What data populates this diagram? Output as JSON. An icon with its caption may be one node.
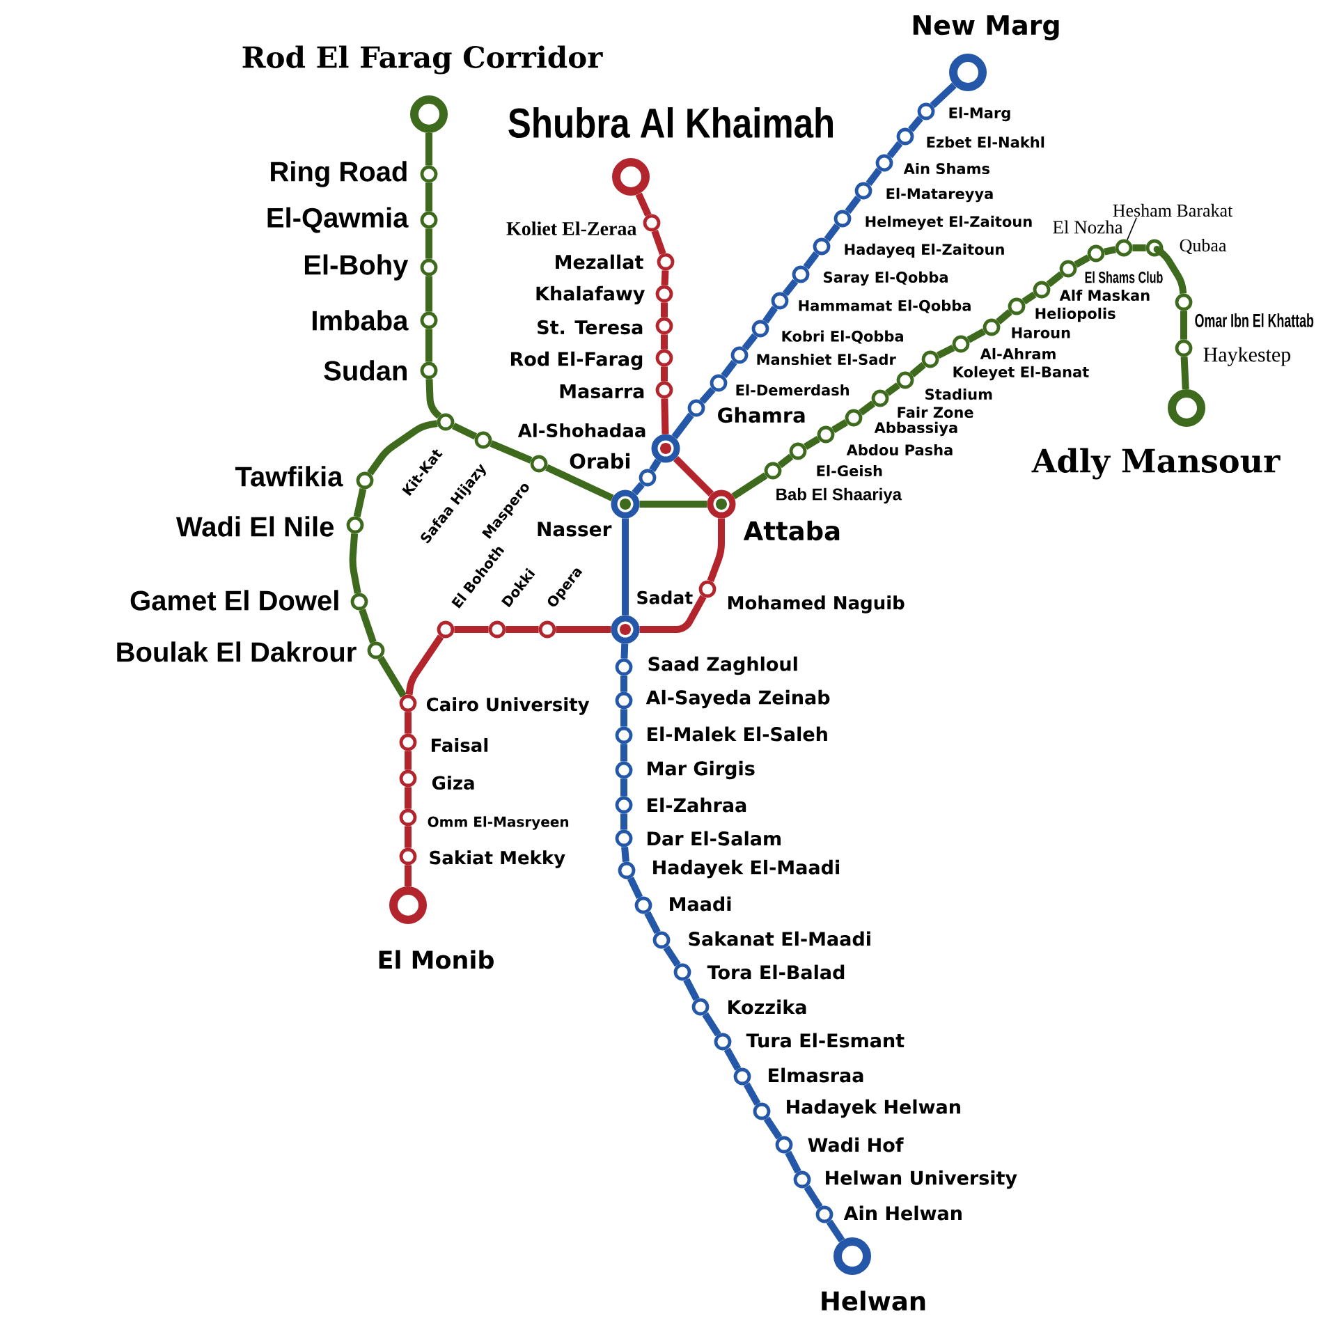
{
  "diagram": {
    "nodes": [
      {
        "text": [],
        "shape": "circle",
        "beside": [
          "New Marg"
        ]
      },
      {
        "text": [],
        "shape": "circle",
        "beside": [
          "El-Marg"
        ]
      },
      {
        "text": [],
        "shape": "circle",
        "beside": [
          "Ezbet El-Nakhl"
        ]
      },
      {
        "text": [],
        "shape": "circle",
        "beside": [
          "Ain Shams"
        ]
      },
      {
        "text": [],
        "shape": "circle",
        "beside": [
          "El-Matareyya"
        ]
      },
      {
        "text": [],
        "shape": "circle",
        "beside": [
          "Helmeyet El-Zaitoun"
        ]
      },
      {
        "text": [],
        "shape": "circle",
        "beside": [
          "Hadayeq El-Zaitoun"
        ]
      },
      {
        "text": [],
        "shape": "circle",
        "beside": [
          "Saray El-Qobba"
        ]
      },
      {
        "text": [],
        "shape": "circle",
        "beside": [
          "Hammamat El-Qobba"
        ]
      },
      {
        "text": [],
        "shape": "circle",
        "beside": [
          "Kobri El-Qobba"
        ]
      },
      {
        "text": [],
        "shape": "circle",
        "beside": [
          "Manshiet El-Sadr"
        ]
      },
      {
        "text": [],
        "shape": "circle",
        "beside": [
          "El-Demerdash"
        ]
      },
      {
        "text": [],
        "shape": "circle",
        "beside": [
          "Ghamra"
        ]
      },
      {
        "text": [],
        "shape": "circle",
        "beside": [
          "Al-Shohadaa"
        ]
      },
      {
        "text": [],
        "shape": "circle",
        "beside": [
          "Orabi"
        ]
      },
      {
        "text": [],
        "shape": "circle",
        "beside": [
          "Nasser"
        ]
      },
      {
        "text": [],
        "shape": "circle",
        "beside": [
          "Sadat"
        ]
      },
      {
        "text": [],
        "shape": "circle",
        "beside": [
          "Saad Zaghloul"
        ]
      },
      {
        "text": [],
        "shape": "circle",
        "beside": [
          "Al-Sayeda Zeinab"
        ]
      },
      {
        "text": [],
        "shape": "circle",
        "beside": [
          "El-Malek El-Saleh"
        ]
      },
      {
        "text": [],
        "shape": "circle",
        "beside": [
          "Mar Girgis"
        ]
      },
      {
        "text": [],
        "shape": "circle",
        "beside": [
          "El-Zahraa"
        ]
      },
      {
        "text": [],
        "shape": "circle",
        "beside": [
          "Dar El-Salam"
        ]
      },
      {
        "text": [],
        "shape": "circle",
        "beside": [
          "Hadayek El-Maadi"
        ]
      },
      {
        "text": [],
        "shape": "circle",
        "beside": [
          "Maadi"
        ]
      },
      {
        "text": [],
        "shape": "circle",
        "beside": [
          "Sakanat El-Maadi"
        ]
      },
      {
        "text": [],
        "shape": "circle",
        "beside": [
          "Tora El-Balad"
        ]
      },
      {
        "text": [],
        "shape": "circle",
        "beside": [
          "Kozzika"
        ]
      },
      {
        "text": [],
        "shape": "circle",
        "beside": [
          "Tura El-Esmant"
        ]
      },
      {
        "text": [],
        "shape": "circle",
        "beside": [
          "Elmasraa"
        ]
      },
      {
        "text": [],
        "shape": "circle",
        "beside": [
          "Hadayek Helwan"
        ]
      },
      {
        "text": [],
        "shape": "circle",
        "beside": [
          "Wadi Hof"
        ]
      },
      {
        "text": [],
        "shape": "circle",
        "beside": [
          "Helwan University"
        ]
      },
      {
        "text": [],
        "shape": "circle",
        "beside": [
          "Ain Helwan"
        ]
      },
      {
        "text": [],
        "shape": "circle",
        "beside": [
          "Helwan"
        ]
      },
      {
        "text": [],
        "shape": "circle",
        "beside": [
          "Shubra Al Khaimah"
        ]
      },
      {
        "text": [],
        "shape": "circle",
        "beside": [
          "Koliet El-Zeraa"
        ]
      },
      {
        "text": [],
        "shape": "circle",
        "beside": [
          "Mezallat"
        ]
      },
      {
        "text": [],
        "shape": "circle",
        "beside": [
          "Khalafawy"
        ]
      },
      {
        "text": [],
        "shape": "circle",
        "beside": [
          "St. Teresa"
        ]
      },
      {
        "text": [],
        "shape": "circle",
        "beside": [
          "Rod El-Farag"
        ]
      },
      {
        "text": [],
        "shape": "circle",
        "beside": [
          "Masarra"
        ]
      },
      {
        "text": [],
        "shape": "circle",
        "beside": [
          "Attaba"
        ]
      },
      {
        "text": [],
        "shape": "circle",
        "beside": [
          "Mohamed Naguib"
        ]
      },
      {
        "text": [],
        "shape": "circle",
        "beside": [
          "Opera"
        ]
      },
      {
        "text": [],
        "shape": "circle",
        "beside": [
          "Dokki"
        ]
      },
      {
        "text": [],
        "shape": "circle",
        "beside": [
          "El Bohoth"
        ]
      },
      {
        "text": [],
        "shape": "circle",
        "beside": [
          "Cairo University"
        ]
      },
      {
        "text": [],
        "shape": "circle",
        "beside": [
          "Faisal"
        ]
      },
      {
        "text": [],
        "shape": "circle",
        "beside": [
          "Giza"
        ]
      },
      {
        "text": [],
        "shape": "circle",
        "beside": [
          "Omm El-Masryeen"
        ]
      },
      {
        "text": [],
        "shape": "circle",
        "beside": [
          "Sakiat Mekky"
        ]
      },
      {
        "text": [],
        "shape": "circle",
        "beside": [
          "El Monib"
        ]
      },
      {
        "text": [],
        "shape": "circle",
        "beside": [
          "Rod El Farag Corridor"
        ]
      },
      {
        "text": [],
        "shape": "circle",
        "beside": [
          "Ring Road"
        ]
      },
      {
        "text": [],
        "shape": "circle",
        "beside": [
          "El-Qawmia"
        ]
      },
      {
        "text": [],
        "shape": "circle",
        "beside": [
          "El-Bohy"
        ]
      },
      {
        "text": [],
        "shape": "circle",
        "beside": [
          "Imbaba"
        ]
      },
      {
        "text": [],
        "shape": "circle",
        "beside": [
          "Sudan"
        ]
      },
      {
        "text": [],
        "shape": "circle",
        "beside": [
          "Kit-Kat"
        ]
      },
      {
        "text": [],
        "shape": "circle",
        "beside": [
          "Tawfikia"
        ]
      },
      {
        "text": [],
        "shape": "circle",
        "beside": [
          "Wadi El Nile"
        ]
      },
      {
        "text": [],
        "shape": "circle",
        "beside": [
          "Gamet El Dowel"
        ]
      },
      {
        "text": [],
        "shape": "circle",
        "beside": [
          "Boulak El Dakrour"
        ]
      },
      {
        "text": [],
        "shape": "circle",
        "beside": [
          "Safaa Hijazy"
        ]
      },
      {
        "text": [],
        "shape": "circle",
        "beside": [
          "Maspero"
        ]
      },
      {
        "text": [],
        "shape": "circle",
        "beside": [
          "Bab El Shaariya"
        ]
      },
      {
        "text": [],
        "shape": "circle",
        "beside": [
          "El-Geish"
        ]
      },
      {
        "text": [],
        "shape": "circle",
        "beside": [
          "Abdou Pasha"
        ]
      },
      {
        "text": [],
        "shape": "circle",
        "beside": [
          "Abbassiya"
        ]
      },
      {
        "text": [],
        "shape": "circle",
        "beside": [
          "Fair Zone"
        ]
      },
      {
        "text": [],
        "shape": "circle",
        "beside": [
          "Stadium"
        ]
      },
      {
        "text": [],
        "shape": "circle",
        "beside": [
          "Koleyet El-Banat"
        ]
      },
      {
        "text": [],
        "shape": "circle",
        "beside": [
          "Al-Ahram"
        ]
      },
      {
        "text": [],
        "shape": "circle",
        "beside": [
          "Haroun"
        ]
      },
      {
        "text": [],
        "shape": "circle",
        "beside": [
          "Heliopolis"
        ]
      },
      {
        "text": [],
        "shape": "circle",
        "beside": [
          "Alf Maskan"
        ]
      },
      {
        "text": [],
        "shape": "circle",
        "beside": [
          "El Shams Club"
        ]
      },
      {
        "text": [],
        "shape": "circle",
        "beside": [
          "El Nozha"
        ]
      },
      {
        "text": [],
        "shape": "circle"
      },
      {
        "text": [],
        "shape": "circle",
        "beside": [
          "Qubaa"
        ]
      },
      {
        "text": [],
        "shape": "circle",
        "beside": [
          "Omar Ibn El Khattab"
        ]
      },
      {
        "text": [],
        "shape": "circle",
        "beside": [
          "Haykestep"
        ]
      },
      {
        "text": [],
        "shape": "circle",
        "beside": [
          "Adly Mansour"
        ]
      },
      {
        "text": [
          "Hesham Barakat"
        ]
      }
    ],
    "edges": [
      {
        "from": 0,
        "to": 1,
        "arrow": "none",
        "color": "#2457a8"
      },
      {
        "from": 1,
        "to": 2,
        "arrow": "none",
        "color": "#2457a8"
      },
      {
        "from": 2,
        "to": 3,
        "arrow": "none",
        "color": "#2457a8"
      },
      {
        "from": 3,
        "to": 4,
        "arrow": "none",
        "color": "#2457a8"
      },
      {
        "from": 4,
        "to": 5,
        "arrow": "none",
        "color": "#2457a8"
      },
      {
        "from": 5,
        "to": 6,
        "arrow": "none",
        "color": "#2457a8"
      },
      {
        "from": 6,
        "to": 7,
        "arrow": "none",
        "color": "#2457a8"
      },
      {
        "from": 7,
        "to": 8,
        "arrow": "none",
        "color": "#2457a8"
      },
      {
        "from": 8,
        "to": 9,
        "arrow": "none",
        "color": "#2457a8"
      },
      {
        "from": 9,
        "to": 10,
        "arrow": "none",
        "color": "#2457a8"
      },
      {
        "from": 10,
        "to": 11,
        "arrow": "none",
        "color": "#2457a8"
      },
      {
        "from": 11,
        "to": 12,
        "arrow": "none",
        "color": "#2457a8"
      },
      {
        "from": 12,
        "to": 13,
        "arrow": "none",
        "color": "#2457a8"
      },
      {
        "from": 13,
        "to": 14,
        "arrow": "none",
        "color": "#2457a8"
      },
      {
        "from": 14,
        "to": 15,
        "arrow": "none",
        "color": "#2457a8"
      },
      {
        "from": 15,
        "to": 16,
        "arrow": "none",
        "color": "#2457a8"
      },
      {
        "from": 16,
        "to": 17,
        "arrow": "none",
        "color": "#2457a8"
      },
      {
        "from": 17,
        "to": 18,
        "arrow": "none",
        "color": "#2457a8"
      },
      {
        "from": 18,
        "to": 19,
        "arrow": "none",
        "color": "#2457a8"
      },
      {
        "from": 19,
        "to": 20,
        "arrow": "none",
        "color": "#2457a8"
      },
      {
        "from": 20,
        "to": 21,
        "arrow": "none",
        "color": "#2457a8"
      },
      {
        "from": 21,
        "to": 22,
        "arrow": "none",
        "color": "#2457a8"
      },
      {
        "from": 22,
        "to": 23,
        "arrow": "none",
        "color": "#2457a8"
      },
      {
        "from": 23,
        "to": 24,
        "arrow": "none",
        "color": "#2457a8"
      },
      {
        "from": 24,
        "to": 25,
        "arrow": "none",
        "color": "#2457a8"
      },
      {
        "from": 25,
        "to": 26,
        "arrow": "none",
        "color": "#2457a8"
      },
      {
        "from": 26,
        "to": 27,
        "arrow": "none",
        "color": "#2457a8"
      },
      {
        "from": 27,
        "to": 28,
        "arrow": "none",
        "color": "#2457a8"
      },
      {
        "from": 28,
        "to": 29,
        "arrow": "none",
        "color": "#2457a8"
      },
      {
        "from": 29,
        "to": 30,
        "arrow": "none",
        "color": "#2457a8"
      },
      {
        "from": 30,
        "to": 31,
        "arrow": "none",
        "color": "#2457a8"
      },
      {
        "from": 31,
        "to": 32,
        "arrow": "none",
        "color": "#2457a8"
      },
      {
        "from": 32,
        "to": 33,
        "arrow": "none",
        "color": "#2457a8"
      },
      {
        "from": 33,
        "to": 34,
        "arrow": "none",
        "color": "#2457a8"
      },
      {
        "from": 35,
        "to": 36,
        "arrow": "none",
        "color": "#b3252d"
      },
      {
        "from": 36,
        "to": 37,
        "arrow": "none",
        "color": "#b3252d"
      },
      {
        "from": 37,
        "to": 38,
        "arrow": "none",
        "color": "#b3252d"
      },
      {
        "from": 38,
        "to": 39,
        "arrow": "none",
        "color": "#b3252d"
      },
      {
        "from": 39,
        "to": 40,
        "arrow": "none",
        "color": "#b3252d"
      },
      {
        "from": 40,
        "to": 41,
        "arrow": "none",
        "color": "#b3252d"
      },
      {
        "from": 41,
        "to": 13,
        "arrow": "none",
        "color": "#b3252d"
      },
      {
        "from": 13,
        "to": 42,
        "arrow": "none",
        "color": "#b3252d"
      },
      {
        "from": 42,
        "to": 43,
        "arrow": "none",
        "color": "#b3252d"
      },
      {
        "from": 43,
        "to": 16,
        "arrow": "none",
        "color": "#b3252d"
      },
      {
        "from": 16,
        "to": 44,
        "arrow": "none",
        "color": "#b3252d"
      },
      {
        "from": 44,
        "to": 45,
        "arrow": "none",
        "color": "#b3252d"
      },
      {
        "from": 45,
        "to": 46,
        "arrow": "none",
        "color": "#b3252d"
      },
      {
        "from": 46,
        "to": 47,
        "arrow": "none",
        "color": "#b3252d"
      },
      {
        "from": 47,
        "to": 48,
        "arrow": "none",
        "color": "#b3252d"
      },
      {
        "from": 48,
        "to": 49,
        "arrow": "none",
        "color": "#b3252d"
      },
      {
        "from": 49,
        "to": 50,
        "arrow": "none",
        "color": "#b3252d"
      },
      {
        "from": 50,
        "to": 51,
        "arrow": "none",
        "color": "#b3252d"
      },
      {
        "from": 51,
        "to": 52,
        "arrow": "none",
        "color": "#b3252d"
      },
      {
        "from": 53,
        "to": 54,
        "arrow": "none",
        "color": "#3d6a1d"
      },
      {
        "from": 54,
        "to": 55,
        "arrow": "none",
        "color": "#3d6a1d"
      },
      {
        "from": 55,
        "to": 56,
        "arrow": "none",
        "color": "#3d6a1d"
      },
      {
        "from": 56,
        "to": 57,
        "arrow": "none",
        "color": "#3d6a1d"
      },
      {
        "from": 57,
        "to": 58,
        "arrow": "none",
        "color": "#3d6a1d"
      },
      {
        "from": 58,
        "to": 59,
        "arrow": "none",
        "color": "#3d6a1d"
      },
      {
        "from": 59,
        "to": 60,
        "arrow": "none",
        "color": "#3d6a1d"
      },
      {
        "from": 60,
        "to": 61,
        "arrow": "none",
        "color": "#3d6a1d"
      },
      {
        "from": 61,
        "to": 62,
        "arrow": "none",
        "color": "#3d6a1d"
      },
      {
        "from": 62,
        "to": 63,
        "arrow": "none",
        "color": "#3d6a1d"
      },
      {
        "from": 63,
        "to": 47,
        "arrow": "none",
        "color": "#3d6a1d"
      },
      {
        "from": 59,
        "to": 64,
        "arrow": "none",
        "color": "#3d6a1d"
      },
      {
        "from": 64,
        "to": 65,
        "arrow": "none",
        "color": "#3d6a1d"
      },
      {
        "from": 65,
        "to": 15,
        "arrow": "none",
        "color": "#3d6a1d"
      },
      {
        "from": 15,
        "to": 42,
        "arrow": "none",
        "color": "#3d6a1d"
      },
      {
        "from": 42,
        "to": 66,
        "arrow": "none",
        "color": "#3d6a1d"
      },
      {
        "from": 66,
        "to": 67,
        "arrow": "none",
        "color": "#3d6a1d"
      },
      {
        "from": 67,
        "to": 68,
        "arrow": "none",
        "color": "#3d6a1d"
      },
      {
        "from": 68,
        "to": 69,
        "arrow": "none",
        "color": "#3d6a1d"
      },
      {
        "from": 69,
        "to": 70,
        "arrow": "none",
        "color": "#3d6a1d"
      },
      {
        "from": 70,
        "to": 71,
        "arrow": "none",
        "color": "#3d6a1d"
      },
      {
        "from": 71,
        "to": 72,
        "arrow": "none",
        "color": "#3d6a1d"
      },
      {
        "from": 72,
        "to": 73,
        "arrow": "none",
        "color": "#3d6a1d"
      },
      {
        "from": 73,
        "to": 74,
        "arrow": "none",
        "color": "#3d6a1d"
      },
      {
        "from": 74,
        "to": 75,
        "arrow": "none",
        "color": "#3d6a1d"
      },
      {
        "from": 75,
        "to": 76,
        "arrow": "none",
        "color": "#3d6a1d"
      },
      {
        "from": 76,
        "to": 77,
        "arrow": "none",
        "color": "#3d6a1d"
      },
      {
        "from": 77,
        "to": 78,
        "arrow": "none",
        "color": "#3d6a1d"
      },
      {
        "from": 78,
        "to": 79,
        "arrow": "none",
        "color": "#3d6a1d"
      },
      {
        "from": 79,
        "to": 80,
        "arrow": "none",
        "color": "#3d6a1d"
      },
      {
        "from": 80,
        "to": 81,
        "arrow": "none",
        "color": "#3d6a1d"
      },
      {
        "from": 81,
        "to": 82,
        "arrow": "none",
        "color": "#3d6a1d"
      },
      {
        "from": 82,
        "to": 83,
        "arrow": "none",
        "color": "#3d6a1d"
      },
      {
        "from": 84,
        "to": 79,
        "arrow": "none",
        "color": "#000000"
      }
    ]
  }
}
